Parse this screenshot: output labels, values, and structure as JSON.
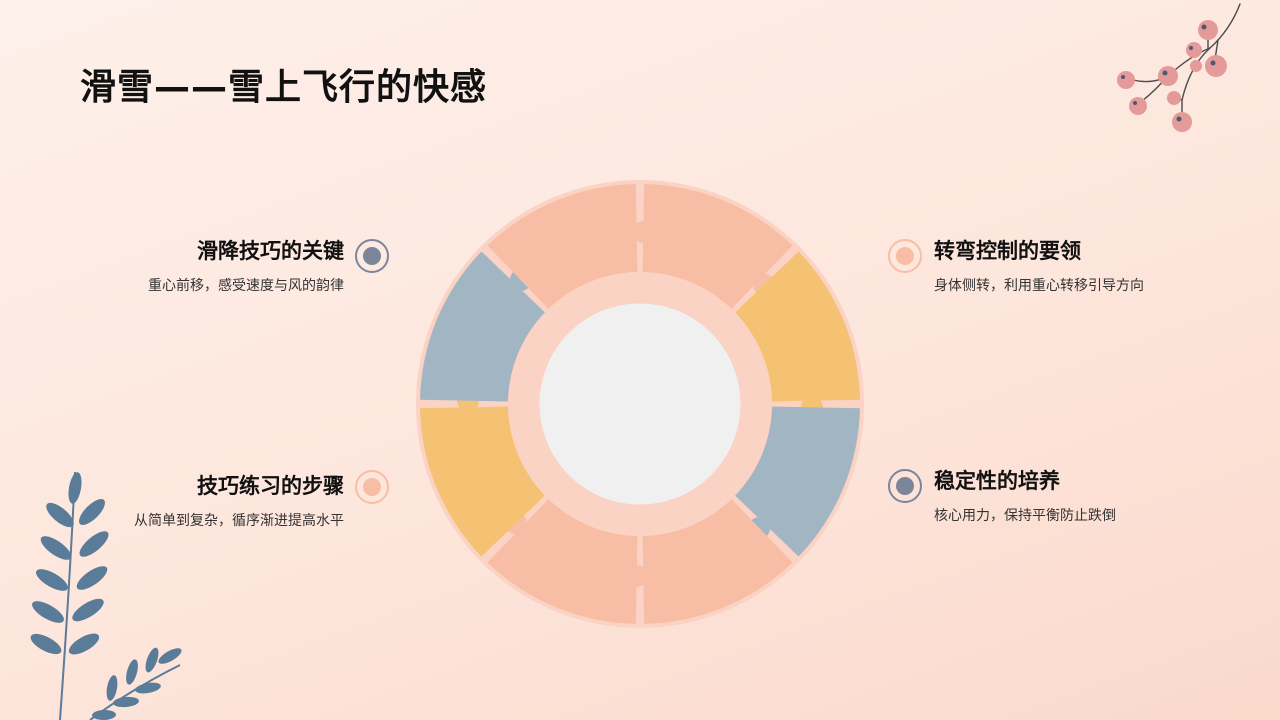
{
  "title": "滑雪——雪上飞行的快感",
  "colors": {
    "peach": "#f8bea5",
    "yellow": "#f4c272",
    "blue": "#a2b5c3",
    "slate": "#7b869a",
    "center": "#f1f0f0",
    "ring": "#fbd3c4",
    "branch_leaf": "#5b7c98",
    "berry": "#e59a9a"
  },
  "items": [
    {
      "heading": "滑降技巧的关键",
      "desc": "重心前移，感受速度与风的韵律",
      "marker_color": "#7b869a"
    },
    {
      "heading": "转弯控制的要领",
      "desc": "身体侧转，利用重心转移引导方向",
      "marker_color": "#f8bea5"
    },
    {
      "heading": "技巧练习的步骤",
      "desc": "从简单到复杂，循序渐进提高水平",
      "marker_color": "#f8bea5"
    },
    {
      "heading": "稳定性的培养",
      "desc": "核心用力，保持平衡防止跌倒",
      "marker_color": "#7b869a"
    }
  ],
  "segments": [
    {
      "color": "#f8bea5"
    },
    {
      "color": "#f4c272"
    },
    {
      "color": "#a2b5c3"
    },
    {
      "color": "#f8bea5"
    },
    {
      "color": "#f8bea5"
    },
    {
      "color": "#f4c272"
    },
    {
      "color": "#a2b5c3"
    },
    {
      "color": "#f8bea5"
    }
  ]
}
